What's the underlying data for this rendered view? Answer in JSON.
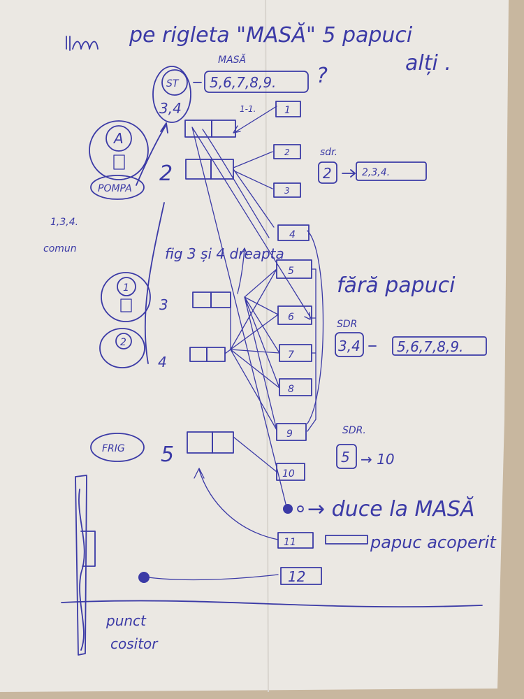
{
  "heading": {
    "line1": "pe rigleta \"MASĂ\" 5 papuci",
    "line2": "alți ."
  },
  "top": {
    "masa_label": "MASĂ",
    "st_label": "ST",
    "st_sub": "3,4",
    "masa_list": "5,6,7,8,9.",
    "question": "?",
    "link_label": "1-1."
  },
  "left_groups": {
    "a_label": "A",
    "pompa_label": "POMPA",
    "common_ids": "1,3,4.",
    "common_label": "comun",
    "one_label": "1",
    "two_label": "2",
    "frig_label": "FRIG"
  },
  "row_numbers": [
    "2",
    "3",
    "4",
    "5"
  ],
  "terminals": [
    "1",
    "2",
    "3",
    "4",
    "5",
    "6",
    "7",
    "8",
    "9",
    "10",
    "11",
    "12"
  ],
  "notes": {
    "sdr_label_1": "sdr.",
    "sdr_circle_1": "2",
    "sdr_list_1": "2,3,4.",
    "fig_label": "fig 3 și 4 dreapta",
    "fara_papuci": "fără papuci",
    "sdr_label_2": "SDR",
    "sdr_circle_2": "3,4",
    "sdr_list_2": "5,6,7,8,9.",
    "sdr_label_3": "SDR.",
    "sdr_circle_3": "5",
    "sdr_target_3": "→ 10",
    "duce_la_masa": "→ duce la MASĂ",
    "papuc_acoperit": "papuc acoperit",
    "punct_label": "punct",
    "cositor_label": "cositor"
  }
}
